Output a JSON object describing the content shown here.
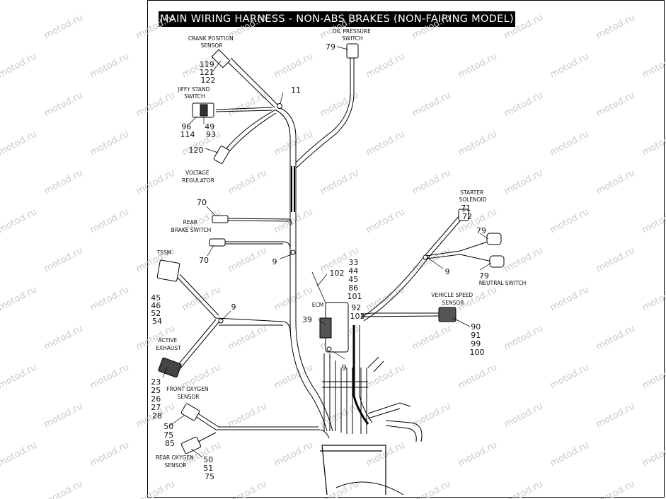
{
  "title": "MAIN WIRING  HARNESS - NON-ABS BRAKES (NON-FAIRING MODEL)",
  "watermark": "motod.ru",
  "labels": {
    "crank_position_sensor": [
      "CRANK POSITION",
      "SENSOR"
    ],
    "oil_pressure_switch": [
      "OIL PRESSURE",
      "SWITCH"
    ],
    "jiffy_stand_switch": [
      "JIFFY STAND",
      "SWITCH"
    ],
    "voltage_regulator": [
      "VOLTAGE",
      "REGULATOR"
    ],
    "rear_brake_switch": [
      "REAR",
      "BRAKE SWITCH"
    ],
    "tssm": [
      "TSSM"
    ],
    "active_exhaust": [
      "ACTIVE",
      "EXHAUST"
    ],
    "front_oxygen_sensor": [
      "FRONT OXYGEN",
      "SENSOR"
    ],
    "rear_oxygen_sensor": [
      "REAR OXYGEN",
      "SENSOR"
    ],
    "ecm": [
      "ECM"
    ],
    "starter_solenoid": [
      "STARTER",
      "SOLENOID"
    ],
    "vehicle_speed_sensor": [
      "VEHICLE SPEED",
      "SENSOR"
    ],
    "neutral_switch": [
      "NEUTRAL SWITCH"
    ]
  },
  "callouts": {
    "crank": [
      "119",
      "121",
      "122"
    ],
    "oil_pressure": "79",
    "clip_top": "11",
    "jiffy_left": [
      "96",
      "114"
    ],
    "jiffy_right": [
      "49",
      "93"
    ],
    "voltage_regulator": "120",
    "rear_brake_top": "70",
    "rear_brake_bottom": "70",
    "clip_mid": "9",
    "tssm": [
      "45",
      "46",
      "52",
      "54"
    ],
    "clip_left": "9",
    "active_exhaust": [
      "23",
      "25",
      "26",
      "27",
      "28"
    ],
    "front_oxygen": [
      "50",
      "75",
      "85"
    ],
    "rear_oxygen": [
      "50",
      "51",
      "75"
    ],
    "ecm_top": [
      "33",
      "44",
      "45",
      "86",
      "101"
    ],
    "ecm_wire": "102",
    "ecm_right": [
      "92",
      "103"
    ],
    "ecm": "39",
    "ecm_clip": "9",
    "starter": [
      "71",
      "72"
    ],
    "starter_clip": "9",
    "neutral_top": "79",
    "neutral_bottom": "79",
    "vss": [
      "90",
      "91",
      "99",
      "100"
    ]
  }
}
